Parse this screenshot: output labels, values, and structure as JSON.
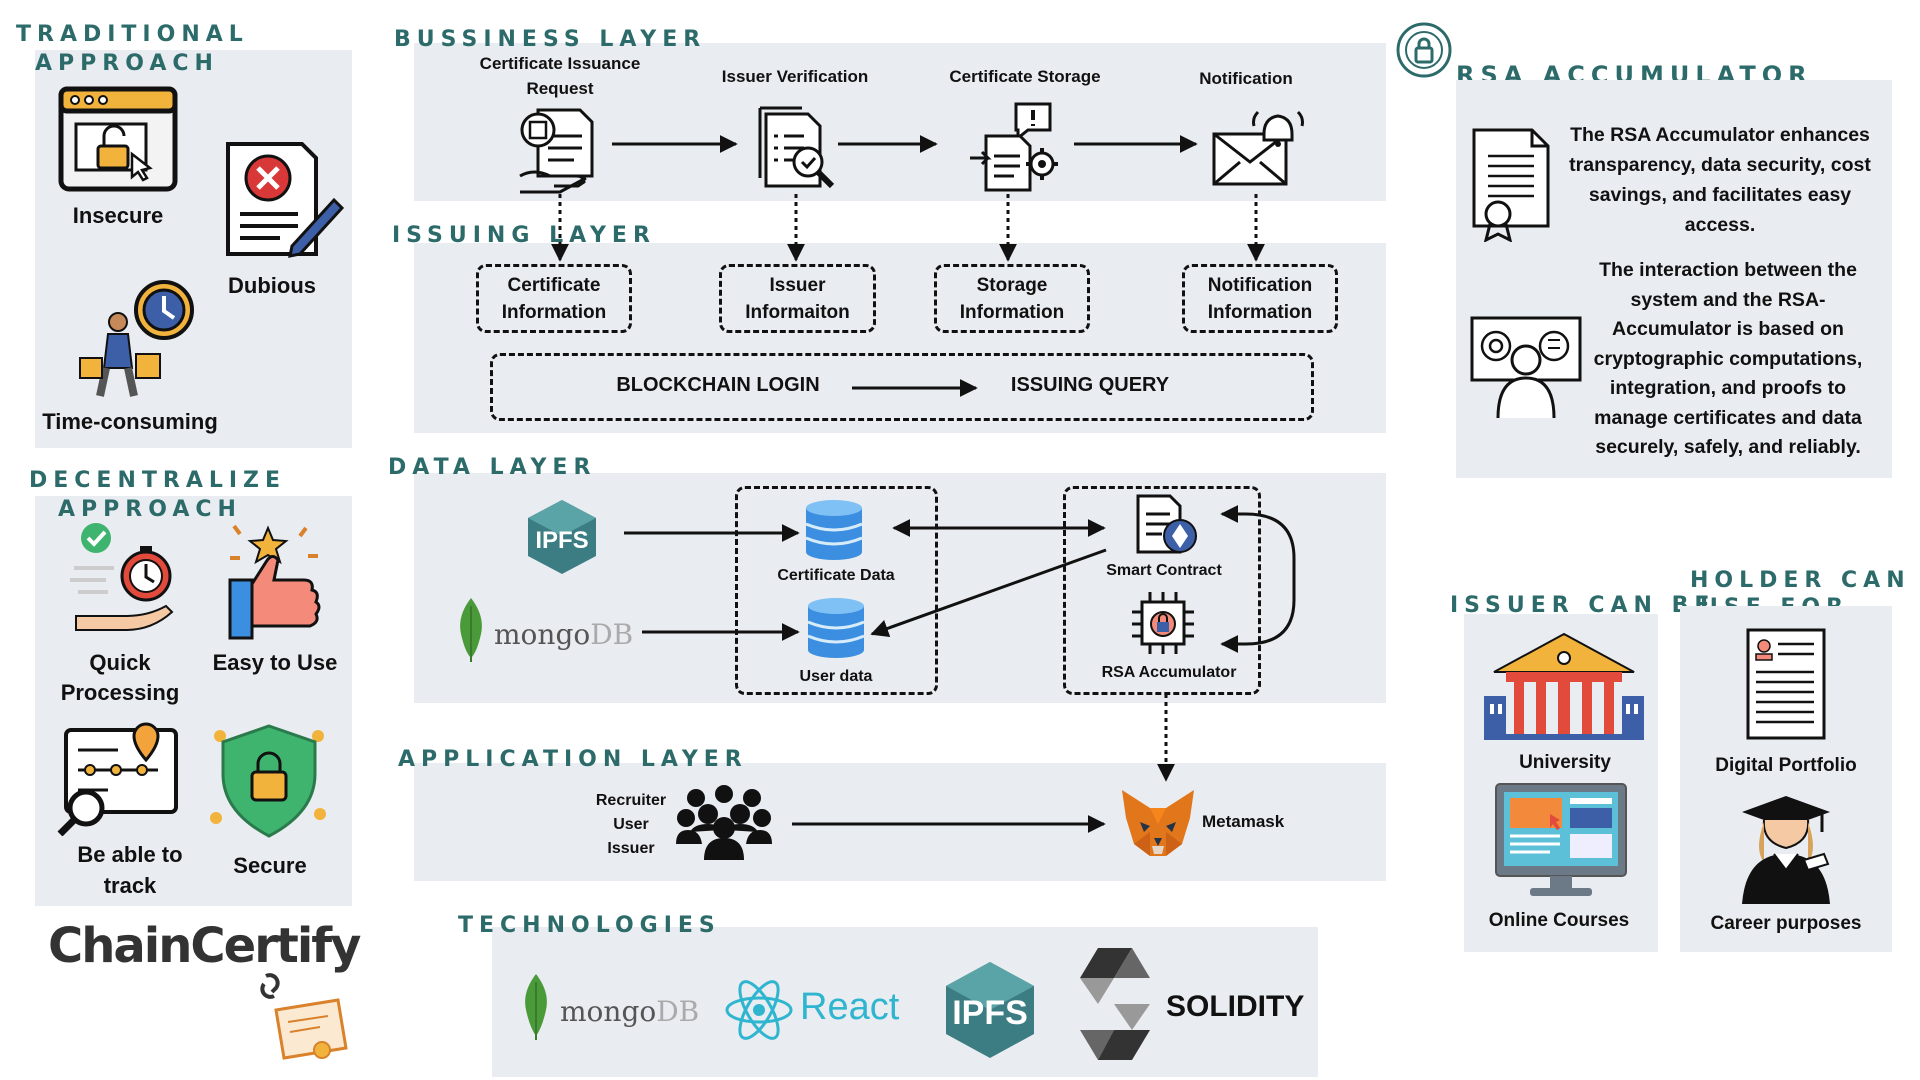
{
  "traditional": {
    "title_line1": "TRADITIONAL",
    "title_line2": "APPROACH",
    "insecure": "Insecure",
    "dubious": "Dubious",
    "time_consuming": "Time-consuming"
  },
  "decentralize": {
    "title_line1": "DECENTRALIZE",
    "title_line2": "APPROACH",
    "quick_line1": "Quick",
    "quick_line2": "Processing",
    "easy": "Easy to Use",
    "track_line1": "Be able to",
    "track_line2": "track",
    "secure": "Secure"
  },
  "brand": {
    "name": "ChainCertify"
  },
  "business_layer": {
    "title": "BUSSINESS LAYER",
    "step1_line1": "Certificate Issuance",
    "step1_line2": "Request",
    "step2": "Issuer Verification",
    "step3": "Certificate Storage",
    "step4": "Notification"
  },
  "issuing_layer": {
    "title": "ISSUING LAYER",
    "box1_line1": "Certificate",
    "box1_line2": "Information",
    "box2_line1": "Issuer",
    "box2_line2": "Informaiton",
    "box3_line1": "Storage",
    "box3_line2": "Information",
    "box4_line1": "Notification",
    "box4_line2": "Information",
    "login": "BLOCKCHAIN LOGIN",
    "query": "ISSUING QUERY"
  },
  "data_layer": {
    "title": "DATA LAYER",
    "ipfs": "IPFS",
    "mongo_a": "mongo",
    "mongo_b": "DB",
    "cert_data": "Certificate Data",
    "user_data": "User data",
    "smart_contract": "Smart Contract",
    "rsa_acc": "RSA Accumulator"
  },
  "application_layer": {
    "title": "APPLICATION LAYER",
    "role1": "Recruiter",
    "role2": "User",
    "role3": "Issuer",
    "metamask": "Metamask"
  },
  "technologies": {
    "title": "TECHNOLOGIES",
    "mongo_a": "mongo",
    "mongo_b": "DB",
    "react": "React",
    "ipfs": "IPFS",
    "solidity": "SOLIDITY"
  },
  "rsa": {
    "title": "RSA ACCUMULATOR",
    "p1": "The RSA Accumulator enhances transparency, data security, cost savings, and facilitates easy access.",
    "p2": "The interaction between the system and the RSA-Accumulator is based on cryptographic computations, integration, and proofs to manage certificates and data securely, safely, and reliably."
  },
  "issuer": {
    "title": "ISSUER CAN BE",
    "university": "University",
    "online": "Online Courses"
  },
  "holder": {
    "title_line1": "HOLDER CAN",
    "title_line2": "USE FOR",
    "portfolio": "Digital Portfolio",
    "career": "Career purposes"
  },
  "colors": {
    "section_title": "#2d6b6b",
    "panel_bg": "#e9ecf0",
    "mongo_green": "#4a9a3a",
    "react_blue": "#2fb5cf",
    "ipfs_teal": "#3b7d82",
    "metamask_orange": "#e2761b"
  }
}
